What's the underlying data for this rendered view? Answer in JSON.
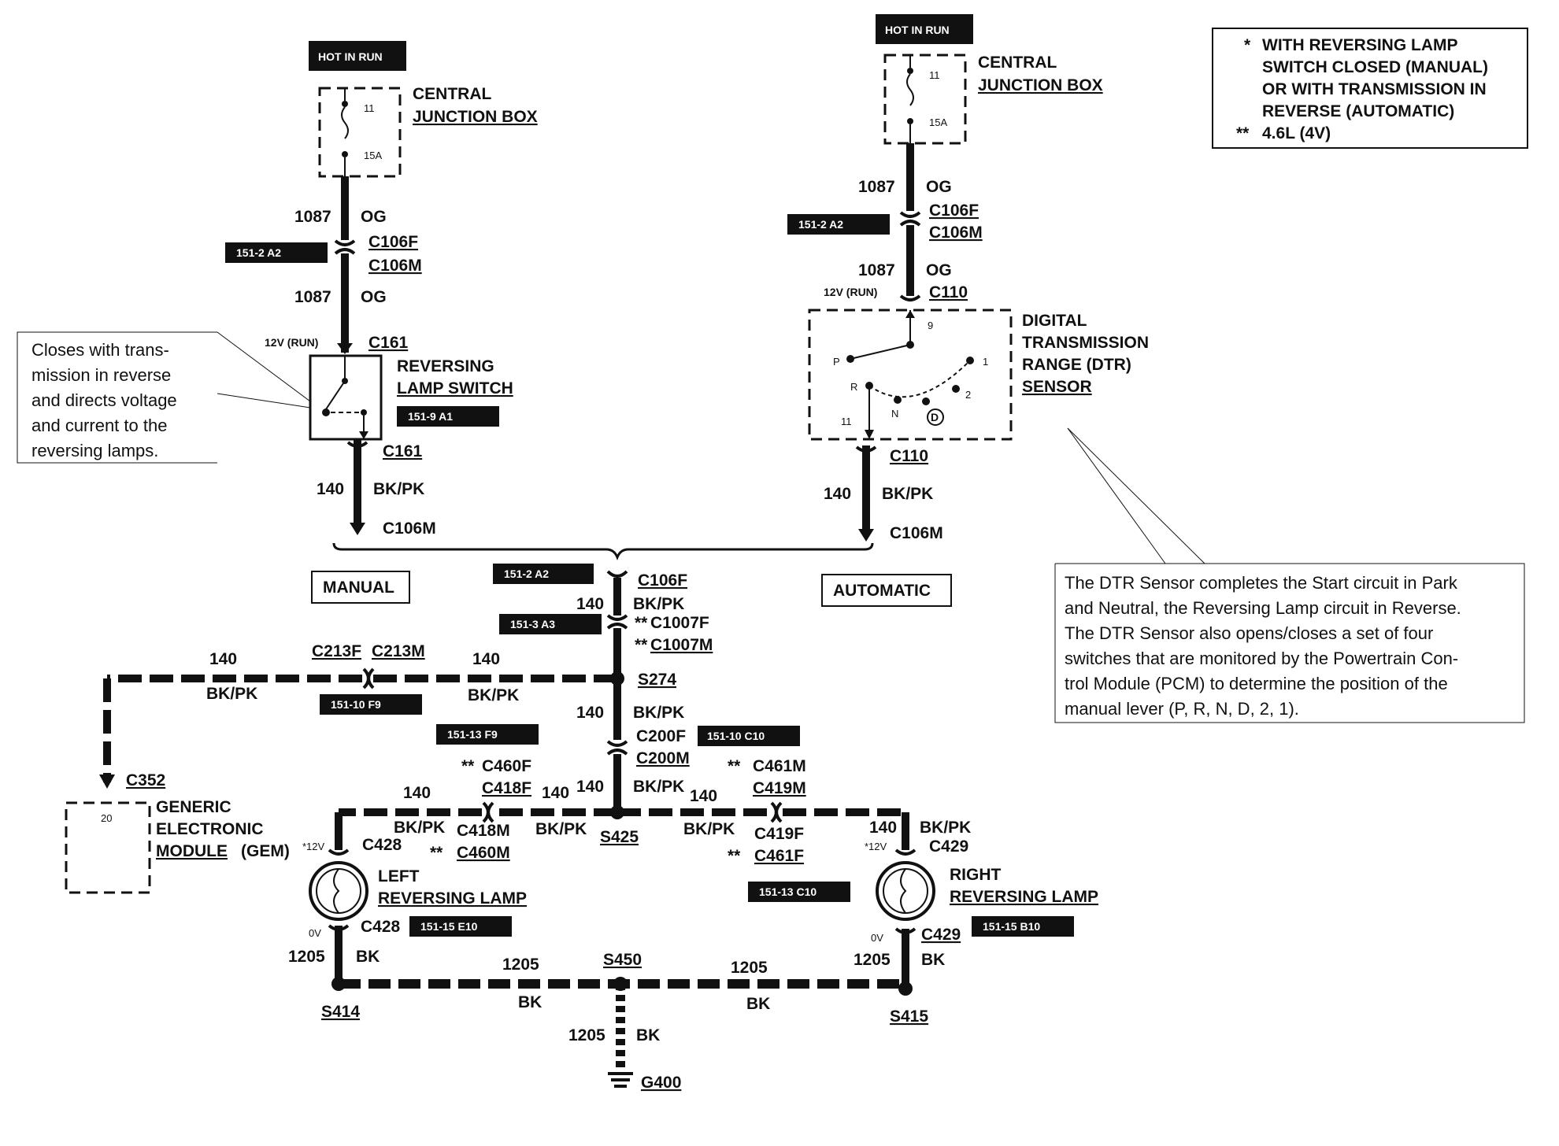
{
  "tags": {
    "hot_left": "HOT IN RUN",
    "hot_right": "HOT IN RUN",
    "ref_151_2_A2_left": "151-2 A2",
    "ref_151_2_A2_right": "151-2 A2",
    "ref_151_9_A1": "151-9 A1",
    "ref_151_2_A2_center": "151-2 A2",
    "ref_151_3_A3": "151-3 A3",
    "ref_151_10_F9": "151-10 F9",
    "ref_151_13_F9": "151-13 F9",
    "ref_151_10_C10": "151-10 C10",
    "ref_151_13_C10": "151-13 C10",
    "ref_151_15_E10": "151-15 E10",
    "ref_151_15_B10": "151-15 B10"
  },
  "legend": {
    "line1_mark": "*",
    "line1": "WITH REVERSING LAMP",
    "line2": "SWITCH CLOSED (MANUAL)",
    "line3": "OR WITH TRANSMISSION IN",
    "line4": "REVERSE (AUTOMATIC)",
    "line5_mark": "**",
    "line5": "4.6L (4V)"
  },
  "left_branch": {
    "cjb_line1": "CENTRAL",
    "cjb_line2": "JUNCTION BOX",
    "fuse_num": "11",
    "fuse_amp": "15A",
    "w1_num": "1087",
    "w1_color": "OG",
    "conn_f": "C106F",
    "conn_m": "C106M",
    "w2_num": "1087",
    "w2_color": "OG",
    "volt": "12V (RUN)",
    "c161_top": "C161",
    "switch_line1": "REVERSING",
    "switch_line2": "LAMP SWITCH",
    "c161_bottom": "C161",
    "w3_num": "140",
    "w3_color": "BK/PK",
    "c106m_bottom": "C106M",
    "mode": "MANUAL"
  },
  "right_branch": {
    "cjb_line1": "CENTRAL",
    "cjb_line2": "JUNCTION BOX",
    "fuse_num": "11",
    "fuse_amp": "15A",
    "w1_num": "1087",
    "w1_color": "OG",
    "conn_f": "C106F",
    "conn_m": "C106M",
    "w2_num": "1087",
    "w2_color": "OG",
    "volt": "12V (RUN)",
    "c110_top": "C110",
    "dtr_line1": "DIGITAL",
    "dtr_line2": "TRANSMISSION",
    "dtr_line3": "RANGE (DTR)",
    "dtr_line4": "SENSOR",
    "pin_9": "9",
    "pin_11": "11",
    "pos_P": "P",
    "pos_R": "R",
    "pos_N": "N",
    "pos_D": "D",
    "pos_2": "2",
    "pos_1": "1",
    "c110_bottom": "C110",
    "w3_num": "140",
    "w3_color": "BK/PK",
    "c106m_bottom": "C106M",
    "mode": "AUTOMATIC"
  },
  "notes": {
    "switch_note": [
      "Closes with trans-",
      "mission in reverse",
      "and directs voltage",
      "and current to the",
      "reversing lamps."
    ],
    "dtr_note": [
      "The DTR Sensor completes the Start circuit in Park",
      "and Neutral, the Reversing Lamp circuit in Reverse.",
      "The DTR Sensor also opens/closes a set of four",
      "switches that are monitored by the Powertrain Con-",
      "trol Module (PCM) to determine the position of the",
      "manual lever (P, R, N, D, 2, 1)."
    ]
  },
  "center": {
    "c106f": "C106F",
    "w140a": "140",
    "bkpk_a": "BK/PK",
    "c1007f_mark": "**",
    "c1007f": "C1007F",
    "c1007m_mark": "**",
    "c1007m": "C1007M",
    "s274": "S274",
    "w140_b": "140",
    "bkpk_b": "BK/PK",
    "c200f": "C200F",
    "c200m": "C200M",
    "w140_c": "140",
    "bkpk_c": "BK/PK",
    "s425": "S425"
  },
  "gem_branch": {
    "w140_left": "140",
    "bkpk_left": "BK/PK",
    "c213f": "C213F",
    "c213m": "C213M",
    "w140_right": "140",
    "bkpk_right": "BK/PK",
    "c352": "C352",
    "pin": "20",
    "gem_line1": "GENERIC",
    "gem_line2": "ELECTRONIC",
    "gem_line3_u": "MODULE",
    "gem_line3_rest": "(GEM)"
  },
  "left_lamp": {
    "c460f_mark": "**",
    "c460f": "C460F",
    "c418f": "C418F",
    "w140_top": "140",
    "w140_right": "140",
    "bkpk_right": "BK/PK",
    "bkpk_left": "BK/PK",
    "c418m": "C418M",
    "c460m_mark": "**",
    "c460m": "C460M",
    "volt": "*12V",
    "c428_top": "C428",
    "lamp_line1": "LEFT",
    "lamp_line2": "REVERSING LAMP",
    "volt_0": "0V",
    "c428_bottom": "C428",
    "w1205": "1205",
    "bk": "BK",
    "splice": "S414"
  },
  "right_lamp": {
    "c461m_mark": "**",
    "c461m": "C461M",
    "c419m": "C419M",
    "w140_a": "140",
    "bkpk_a": "BK/PK",
    "c419f": "C419F",
    "c461f_mark": "**",
    "c461f": "C461F",
    "w140_b": "140",
    "bkpk_b": "BK/PK",
    "volt": "*12V",
    "c429_top": "C429",
    "lamp_line1": "RIGHT",
    "lamp_line2": "REVERSING LAMP",
    "volt_0": "0V",
    "c429_bottom": "C429",
    "w1205": "1205",
    "bk": "BK",
    "splice": "S415"
  },
  "ground": {
    "w1205_left": "1205",
    "bk_left": "BK",
    "s450": "S450",
    "w1205_right": "1205",
    "bk_right": "BK",
    "w1205_down": "1205",
    "bk_down": "BK",
    "g400": "G400"
  }
}
